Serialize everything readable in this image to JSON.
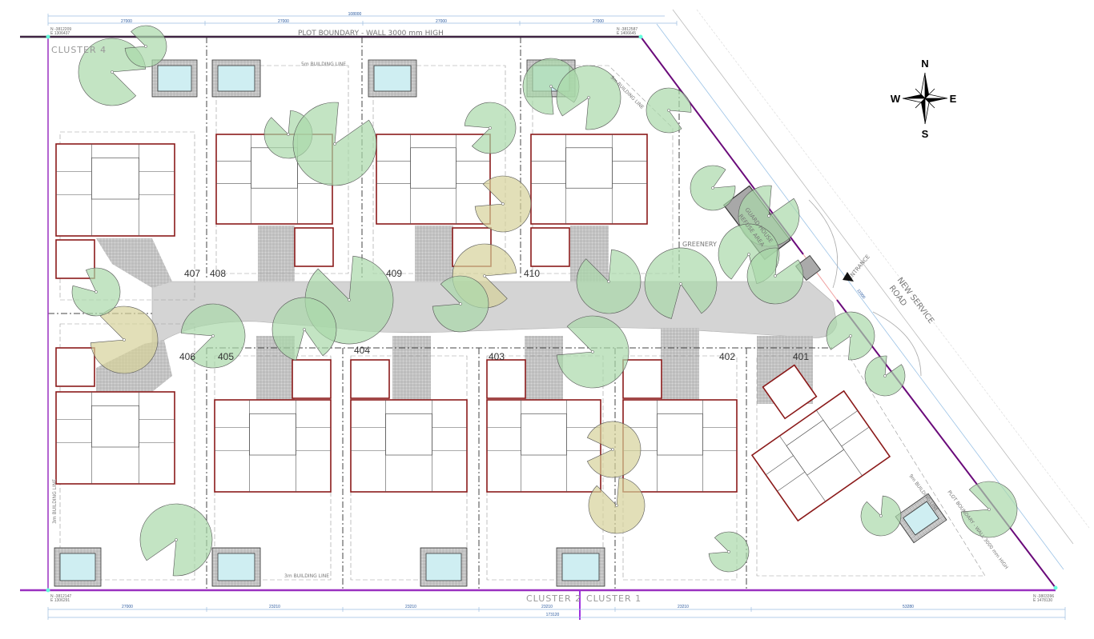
{
  "plan": {
    "boundary_label_top": "PLOT BOUNDARY - WALL 3000 mm HIGH",
    "boundary_label_diag": "PLOT BOUNDARY - WALL 3000 mm HIGH",
    "building_line_5m": "5m BUILDING LINE",
    "building_line_3m_left": "3m BUILDING LINE",
    "building_line_3m_bottom": "3m BUILDING LINE",
    "building_line_9m_top": "9m BUILDING LINE",
    "building_line_9m_right": "9m BUILDING LINE",
    "greenery": "GREENERY",
    "guard_house": "GUARD HOUSE",
    "refuse_area": "REFUSE AREA",
    "entrance": "ENTRANCE",
    "road_line1": "NEW SERVICE",
    "road_line2": "ROAD",
    "clusters": {
      "c4": "CLUSTER 4",
      "c2": "CLUSTER 2",
      "c1": "CLUSTER 1"
    },
    "lots": {
      "l407": "407",
      "l408": "408",
      "l409": "409",
      "l410": "410",
      "l406": "406",
      "l405": "405",
      "l404": "404",
      "l403": "403",
      "l402": "402",
      "l401": "401"
    }
  },
  "dimensions": {
    "top_total": "108000",
    "top_segments": [
      "27000",
      "27000",
      "27000",
      "27000"
    ],
    "bottom_segments": [
      "27000",
      "23210",
      "23210",
      "23210",
      "23210",
      "53280"
    ],
    "bottom_total": "173120",
    "entrance_width": "11000"
  },
  "coordinates": {
    "top_left": [
      "N -3812209",
      "E 1306437"
    ],
    "top_right": [
      "N -3812587",
      "E 1406645"
    ],
    "bottom_left": [
      "N -3812147",
      "E 1306291"
    ],
    "bottom_right": [
      "N -3803396",
      "E 1478130"
    ]
  },
  "compass": {
    "n": "N",
    "s": "S",
    "e": "E",
    "w": "W"
  },
  "colors": {
    "boundary": "#8a1a9a",
    "wall": "#8b1a1a",
    "tree": "#a9d9a9",
    "tree_olive": "#d6d19a",
    "road": "#d4d4d4",
    "pool": "#cfeef2",
    "dim": "#2a5aa0"
  }
}
